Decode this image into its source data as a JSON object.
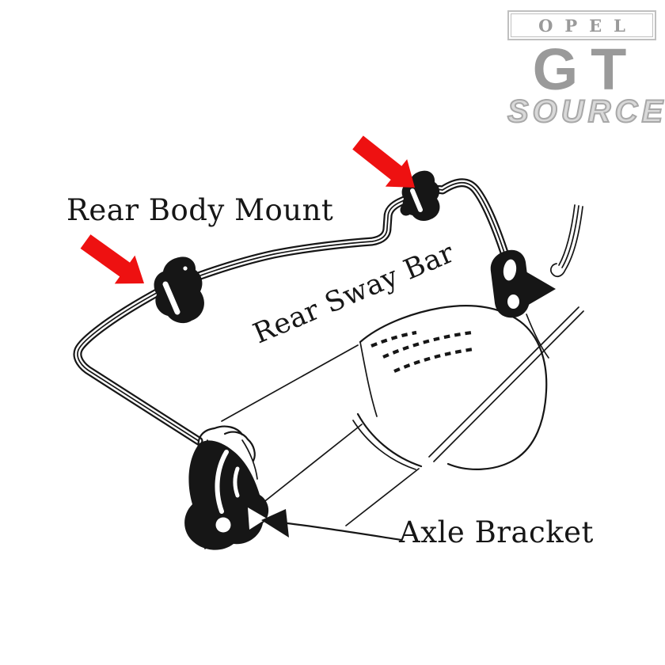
{
  "branding": {
    "badge": "OPEL",
    "logotype": "GT",
    "wordmark": "SOURCE"
  },
  "labels": {
    "rear_body_mount": "Rear Body Mount",
    "rear_sway_bar": "Rear Sway Bar",
    "axle_bracket": "Axle Bracket"
  },
  "colors": {
    "arrow_red": "#ee1111",
    "ink": "#161616",
    "logo_gray": "#9a9a9a",
    "logo_border": "#c0c0c0",
    "background": "#ffffff"
  },
  "icons": {
    "red_arrow_left": "solid-block-arrow-pointing-down-right",
    "red_arrow_top": "solid-block-arrow-pointing-down-right",
    "black_arrow": "thin-line-arrow-pointing-left"
  }
}
